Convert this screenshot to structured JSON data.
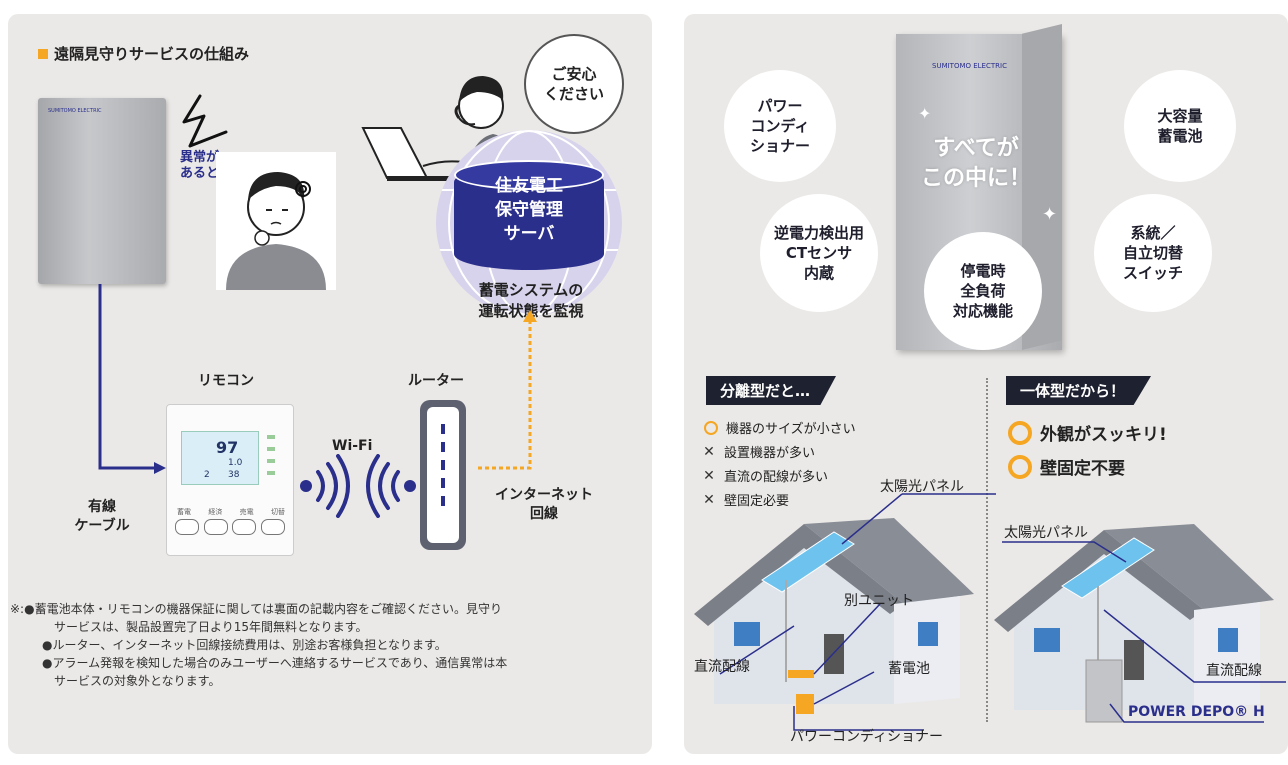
{
  "left": {
    "heading": "遠隔見守りサービスの仕組み",
    "anomaly": "異常が\nあると",
    "speech": "ご安心\nください",
    "server": "住友電工\n保守管理\nサーバ",
    "monitor": "蓄電システムの\n運転状態を監視",
    "remote_label": "リモコン",
    "router_label": "ルーター",
    "wifi": "Wi-Fi",
    "wired": "有線\nケーブル",
    "internet": "インターネット\n回線",
    "remote_screen": {
      "value1": "97",
      "value2": "1.0",
      "value3": "2",
      "value4": "38"
    },
    "remote_buttons": [
      "蓄電",
      "経済",
      "売電",
      "切替"
    ],
    "brand_small": "SUMITOMO ELECTRIC",
    "notes": [
      "※:●蓄電池本体・リモコンの機器保証に関しては裏面の記載内容をご確認ください。見守り",
      "サービスは、製品設置完了日より15年間無料となります。",
      "●ルーター、インターネット回線接続費用は、別途お客様負担となります。",
      "●アラーム発報を検知した場合のみユーザーへ連絡するサービスであり、通信異常は本",
      "サービスの対象外となります。"
    ]
  },
  "right": {
    "features": {
      "pcs": "パワー\nコンディ\nショナー",
      "battery": "大容量\n蓄電池",
      "sensor": "逆電力検出用\nCTセンサ\n内蔵",
      "switch": "系統／\n自立切替\nスイッチ",
      "outage": "停電時\n全負荷\n対応機能"
    },
    "center_text": "すべてが\nこの中に！",
    "brand": "SUMITOMO ELECTRIC",
    "separate_tag": "分離型だと…",
    "integrated_tag": "一体型だから！",
    "separate_list": [
      {
        "mark": "o",
        "text": "機器のサイズが小さい"
      },
      {
        "mark": "x",
        "text": "設置機器が多い"
      },
      {
        "mark": "x",
        "text": "直流の配線が多い"
      },
      {
        "mark": "x",
        "text": "壁固定必要"
      }
    ],
    "integrated_list": [
      "外観がスッキリ!",
      "壁固定不要"
    ],
    "house_left": {
      "solar": "太陽光パネル",
      "unit": "別ユニット",
      "dc": "直流配線",
      "battery": "蓄電池",
      "pcs": "パワーコンディショナー"
    },
    "house_right": {
      "solar": "太陽光パネル",
      "dc": "直流配線",
      "product": "POWER DEPO® H"
    }
  },
  "colors": {
    "accent": "#f5a623",
    "navy": "#2b2f8c",
    "panel": "#ebe9e7",
    "dark": "#1e2230"
  }
}
